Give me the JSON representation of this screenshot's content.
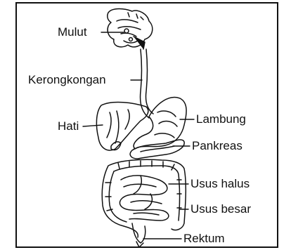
{
  "labels": {
    "mulut": "Mulut",
    "kerongkongan": "Kerongkongan",
    "hati": "Hati",
    "lambung": "Lambung",
    "pankreas": "Pankreas",
    "usus_halus": "Usus halus",
    "usus_besar": "Usus besar",
    "rektum": "Rektum"
  },
  "colors": {
    "ink": "#111111",
    "background": "#ffffff"
  }
}
